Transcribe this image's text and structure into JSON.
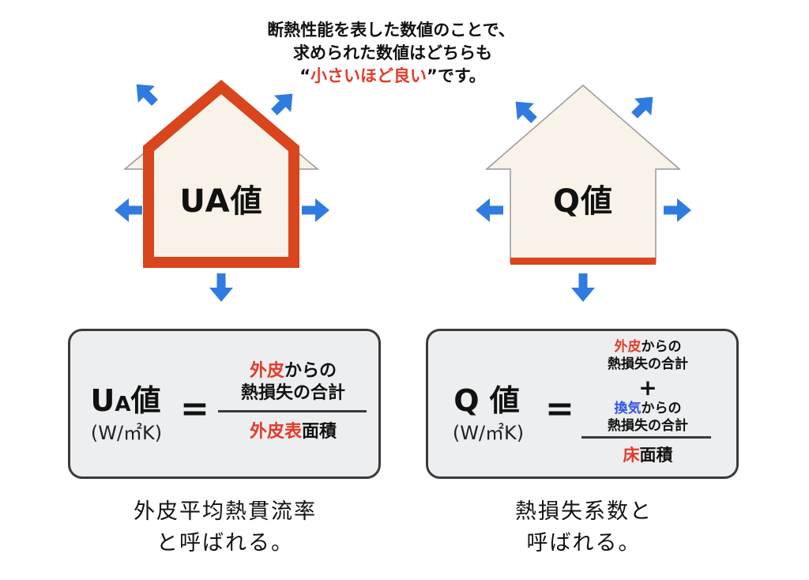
{
  "caption": {
    "line1": "断熱性能を表した数値のことで、",
    "line2": "求められた数値はどちらも",
    "quote_open": "“",
    "emphasis": "小さいほど良い",
    "quote_close_suffix": "”です。"
  },
  "left_house": {
    "label": "UA値"
  },
  "right_house": {
    "label": "Q値"
  },
  "left_formula": {
    "symbol_main": "U",
    "symbol_sub": "A",
    "symbol_suffix": "値",
    "unit": "(W/㎡K)",
    "equals": "=",
    "numerator_red": "外皮",
    "numerator_rest": "からの",
    "numerator_line2": "熱損失の合計",
    "denominator_red": "外皮表",
    "denominator_rest": "面積"
  },
  "right_formula": {
    "symbol": "Q 値",
    "unit": "(W/㎡K)",
    "equals": "=",
    "term1_red": "外皮",
    "term1_rest": "からの",
    "term1_line2": "熱損失の合計",
    "plus": "+",
    "term2_blue": "換気",
    "term2_rest": "からの",
    "term2_line2": "熱損失の合計",
    "denominator_red": "床",
    "denominator_rest": "面積"
  },
  "left_caption": {
    "line1": "外皮平均熱貫流率",
    "line2": "と呼ばれる。"
  },
  "right_caption": {
    "line1": "熱損失系数と",
    "line2": "呼ばれる。"
  },
  "colors": {
    "arrow": "#2f7be0",
    "house_fill": "#f8f2e8",
    "house_outline": "#999999",
    "highlight": "#d9451c",
    "box_fill": "#eceef0",
    "red_text": "#e53a2a",
    "blue_text": "#2f55e6"
  }
}
